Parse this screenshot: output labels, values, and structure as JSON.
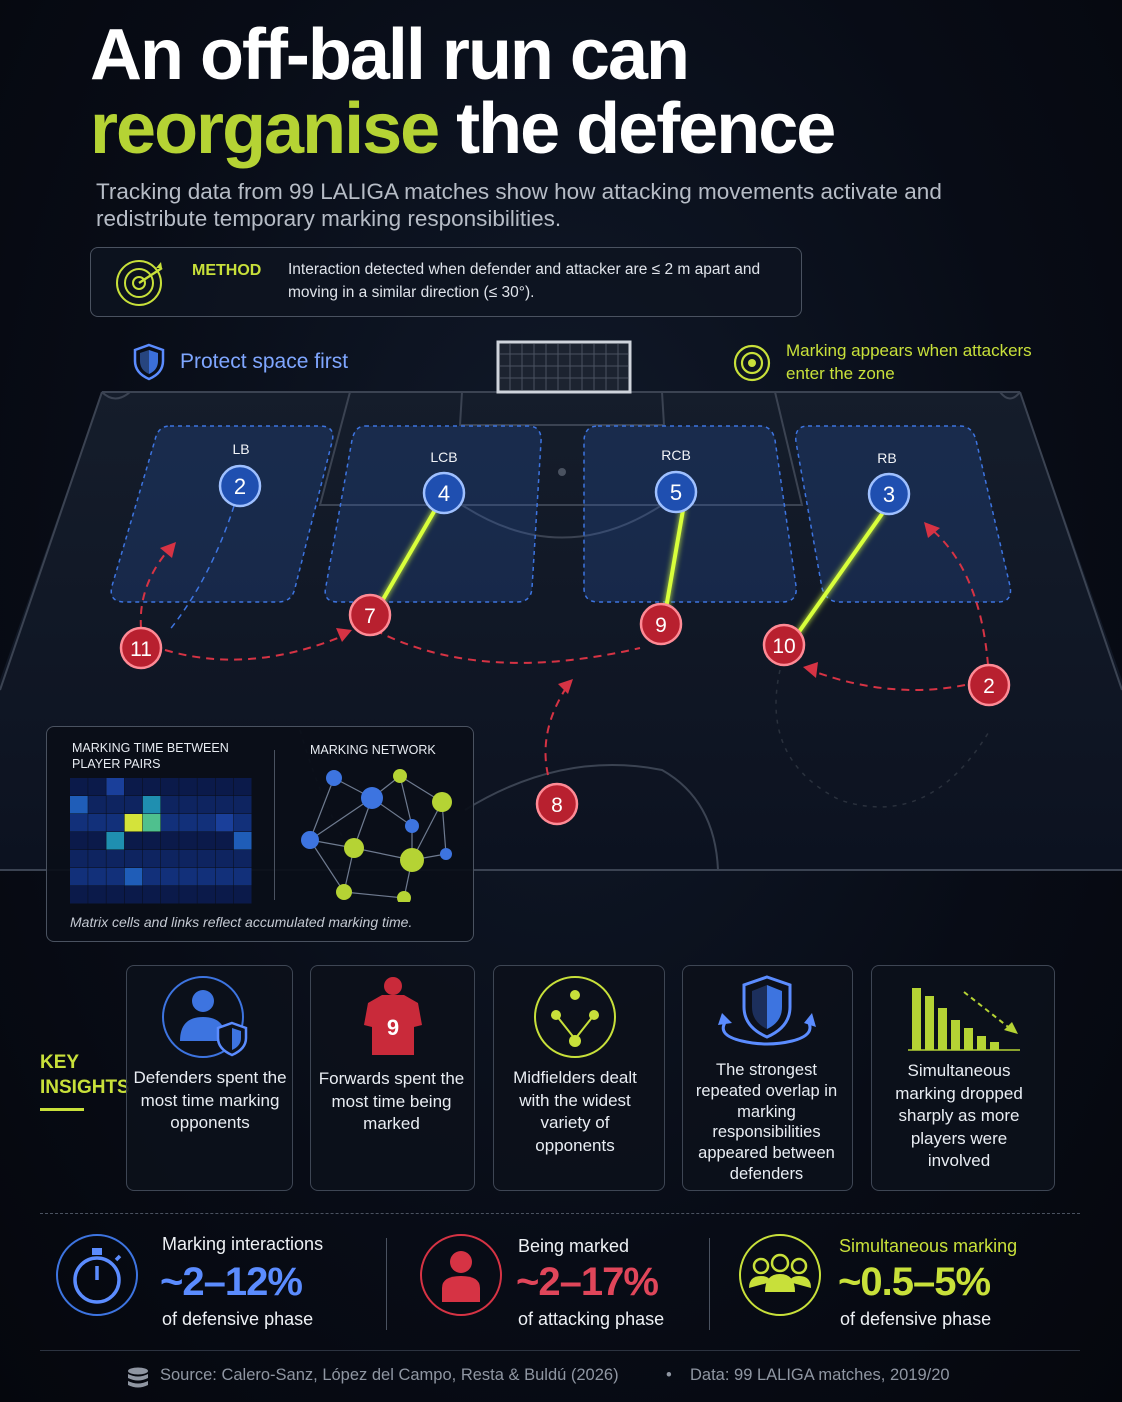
{
  "title": {
    "line1": "An off-ball run can",
    "highlight": "reorganise",
    "line2_rest": " the defence"
  },
  "subtitle": "Tracking data from 99 LALIGA matches show how attacking movements activate and redistribute temporary marking responsibilities.",
  "method": {
    "label": "METHOD",
    "text": "Interaction detected when defender and attacker are ≤ 2 m apart and moving in a similar direction (≤ 30°).",
    "icon": "target-icon"
  },
  "pitch": {
    "protect_label": "Protect space first",
    "marking_note": "Marking appears when attackers enter the zone",
    "defenders": [
      {
        "role": "LB",
        "number": "2"
      },
      {
        "role": "LCB",
        "number": "4"
      },
      {
        "role": "RCB",
        "number": "5"
      },
      {
        "role": "RB",
        "number": "3"
      }
    ],
    "attackers": [
      {
        "number": "11"
      },
      {
        "number": "7"
      },
      {
        "number": "9"
      },
      {
        "number": "10"
      },
      {
        "number": "2"
      },
      {
        "number": "8"
      }
    ],
    "colors": {
      "defender": "#3b74d9",
      "attacker": "#d63344",
      "marking_link": "#d8ff3a",
      "zone": "#2e62c8"
    }
  },
  "inset": {
    "matrix_title": "MARKING TIME BETWEEN PLAYER PAIRS",
    "network_title": "MARKING NETWORK",
    "caption": "Matrix cells and links reflect accumulated marking time."
  },
  "key_insights": {
    "label_line1": "KEY",
    "label_line2": "INSIGHTS",
    "cards": [
      {
        "icon": "defender-shield-icon",
        "text": "Defenders spent the most time marking opponents"
      },
      {
        "icon": "forward-jersey-icon",
        "jersey_number": "9",
        "text": "Forwards spent the most time being marked"
      },
      {
        "icon": "network-nodes-icon",
        "text": "Midfielders dealt with the widest variety of opponents"
      },
      {
        "icon": "shield-orbit-icon",
        "text": "The strongest repeated overlap in marking responsibilities appeared between defenders"
      },
      {
        "icon": "declining-bars-icon",
        "text": "Simultaneous marking dropped sharply as more players were involved"
      }
    ]
  },
  "stats": [
    {
      "icon": "stopwatch-icon",
      "label": "Marking interactions",
      "value": "~2–12%",
      "sub": "of defensive phase",
      "color": "#5b8cff"
    },
    {
      "icon": "person-icon",
      "label": "Being marked",
      "value": "~2–17%",
      "sub": "of attacking phase",
      "color": "#e0465a"
    },
    {
      "icon": "group-icon",
      "label": "Simultaneous marking",
      "value": "~0.5–5%",
      "sub": "of defensive phase",
      "color": "#c8e03a"
    }
  ],
  "source": {
    "text": "Source: Calero-Sanz, López del Campo, Resta & Buldú (2026)",
    "separator": "•",
    "data": "Data: 99 LALIGA matches, 2019/20"
  }
}
